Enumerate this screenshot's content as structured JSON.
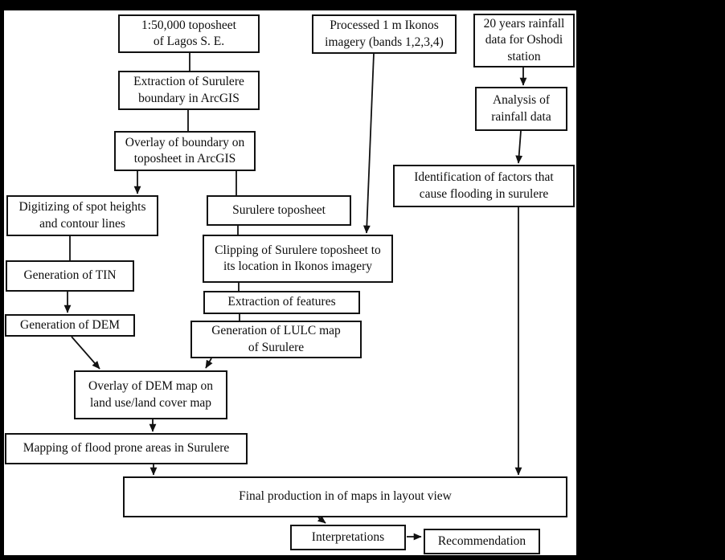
{
  "colors": {
    "page_bg": "#000000",
    "canvas_bg": "#ffffff",
    "line_color": "#111111",
    "text_color": "#0d0d0d"
  },
  "diagram": {
    "type": "flowchart",
    "nodes": {
      "toposheet_source": {
        "label": "1:50,000 toposheet\nof Lagos S. E."
      },
      "ikonos_imagery": {
        "label": "Processed 1 m Ikonos\nimagery (bands 1,2,3,4)"
      },
      "rainfall_data": {
        "label": "20 years rainfall\ndata for Oshodi\nstation"
      },
      "extraction_boundary": {
        "label": "Extraction of Surulere\nboundary in ArcGIS"
      },
      "analysis_rainfall": {
        "label": "Analysis of\nrainfall data"
      },
      "overlay_boundary": {
        "label": "Overlay of boundary on\ntoposheet in ArcGIS"
      },
      "identification_factors": {
        "label": "Identification of factors that\ncause flooding in surulere"
      },
      "digitizing": {
        "label": "Digitizing of spot heights\nand contour lines"
      },
      "surulere_toposheet": {
        "label": "Surulere toposheet"
      },
      "clipping": {
        "label": "Clipping of Surulere toposheet to\nits location in Ikonos imagery"
      },
      "generation_tin": {
        "label": "Generation of TIN"
      },
      "extraction_features": {
        "label": "Extraction of features"
      },
      "generation_dem": {
        "label": "Generation of DEM"
      },
      "generation_lulc": {
        "label": "Generation of LULC map\nof Surulere"
      },
      "overlay_dem": {
        "label": "Overlay of DEM map on\nland use/land cover map"
      },
      "mapping_flood": {
        "label": "Mapping of flood prone areas in Surulere"
      },
      "final_production": {
        "label": "Final production in of maps in layout view"
      },
      "interpretations": {
        "label": "Interpretations"
      },
      "recommendation": {
        "label": "Recommendation"
      }
    },
    "edges": [
      {
        "from": "toposheet_source",
        "to": "extraction_boundary",
        "arrowhead": false
      },
      {
        "from": "extraction_boundary",
        "to": "overlay_boundary",
        "arrowhead": false
      },
      {
        "from": "overlay_boundary",
        "to": "digitizing",
        "arrowhead": true
      },
      {
        "from": "overlay_boundary",
        "to": "surulere_toposheet",
        "arrowhead": false
      },
      {
        "from": "ikonos_imagery",
        "to": "clipping",
        "arrowhead": true
      },
      {
        "from": "rainfall_data",
        "to": "analysis_rainfall",
        "arrowhead": true
      },
      {
        "from": "analysis_rainfall",
        "to": "identification_factors",
        "arrowhead": true
      },
      {
        "from": "identification_factors",
        "to": "final_production",
        "arrowhead": true
      },
      {
        "from": "digitizing",
        "to": "generation_tin",
        "arrowhead": false
      },
      {
        "from": "generation_tin",
        "to": "generation_dem",
        "arrowhead": true
      },
      {
        "from": "generation_dem",
        "to": "overlay_dem",
        "arrowhead": true
      },
      {
        "from": "surulere_toposheet",
        "to": "clipping",
        "arrowhead": false
      },
      {
        "from": "clipping",
        "to": "extraction_features",
        "arrowhead": false
      },
      {
        "from": "extraction_features",
        "to": "generation_lulc",
        "arrowhead": false
      },
      {
        "from": "generation_lulc",
        "to": "overlay_dem",
        "arrowhead": true
      },
      {
        "from": "overlay_dem",
        "to": "mapping_flood",
        "arrowhead": true
      },
      {
        "from": "mapping_flood",
        "to": "final_production",
        "arrowhead": true
      },
      {
        "from": "final_production",
        "to": "interpretations",
        "arrowhead": true
      },
      {
        "from": "interpretations",
        "to": "recommendation",
        "arrowhead": true
      }
    ]
  }
}
